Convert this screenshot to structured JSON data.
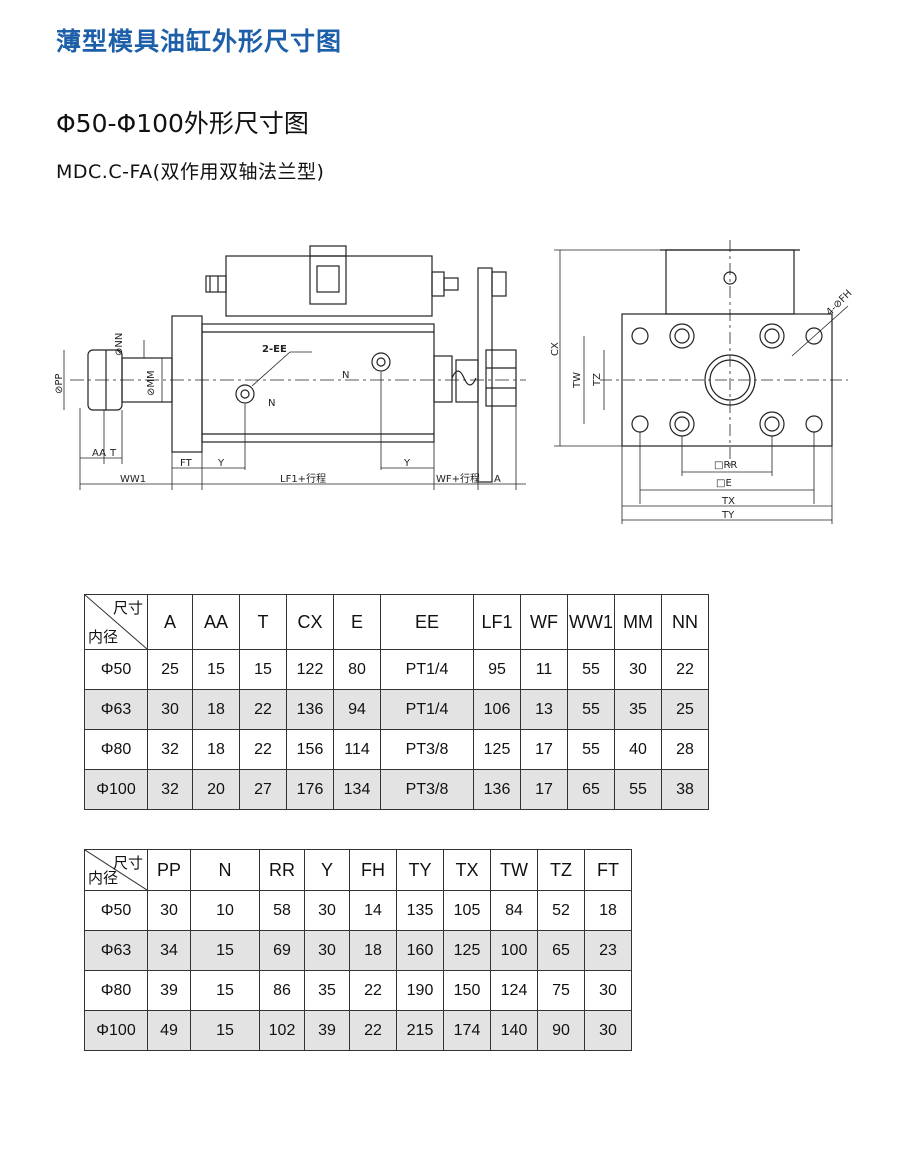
{
  "title": "薄型模具油缸外形尺寸图",
  "subtitle": "Φ50-Φ100外形尺寸图",
  "model": "MDC.C-FA(双作用双轴法兰型)",
  "colors": {
    "title": "#1d5fa8",
    "shade": "#e3e3e3"
  },
  "drawing_labels": {
    "aa": "AA",
    "t": "T",
    "ww1": "WW1",
    "ft": "FT",
    "y1": "Y",
    "y2": "Y",
    "lf1": "LF1+行程",
    "wf": "WF+行程",
    "a": "A",
    "pp": "⊘PP",
    "nn": "⊘NN",
    "mm": "⊘MM",
    "ee": "2-EE",
    "n1": "N",
    "n2": "N",
    "cx": "CX",
    "tw": "TW",
    "tz": "TZ",
    "rr": "□RR",
    "e": "□E",
    "tx": "TX",
    "ty": "TY",
    "fh": "4-⊘FH"
  },
  "table1": {
    "corner_top": "尺寸",
    "corner_bottom": "内径",
    "headers": [
      "A",
      "AA",
      "T",
      "CX",
      "E",
      "EE",
      "LF1",
      "WF",
      "WW1",
      "MM",
      "NN"
    ],
    "rows": [
      [
        "Φ50",
        "25",
        "15",
        "15",
        "122",
        "80",
        "PT1/4",
        "95",
        "11",
        "55",
        "30",
        "22"
      ],
      [
        "Φ63",
        "30",
        "18",
        "22",
        "136",
        "94",
        "PT1/4",
        "106",
        "13",
        "55",
        "35",
        "25"
      ],
      [
        "Φ80",
        "32",
        "18",
        "22",
        "156",
        "114",
        "PT3/8",
        "125",
        "17",
        "55",
        "40",
        "28"
      ],
      [
        "Φ100",
        "32",
        "20",
        "27",
        "176",
        "134",
        "PT3/8",
        "136",
        "17",
        "65",
        "55",
        "38"
      ]
    ]
  },
  "table2": {
    "corner_top": "尺寸",
    "corner_bottom": "内径",
    "headers": [
      "PP",
      "N",
      "RR",
      "Y",
      "FH",
      "TY",
      "TX",
      "TW",
      "TZ",
      "FT"
    ],
    "rows": [
      [
        "Φ50",
        "30",
        "10",
        "58",
        "30",
        "14",
        "135",
        "105",
        "84",
        "52",
        "18"
      ],
      [
        "Φ63",
        "34",
        "15",
        "69",
        "30",
        "18",
        "160",
        "125",
        "100",
        "65",
        "23"
      ],
      [
        "Φ80",
        "39",
        "15",
        "86",
        "35",
        "22",
        "190",
        "150",
        "124",
        "75",
        "30"
      ],
      [
        "Φ100",
        "49",
        "15",
        "102",
        "39",
        "22",
        "215",
        "174",
        "140",
        "90",
        "30"
      ]
    ]
  }
}
